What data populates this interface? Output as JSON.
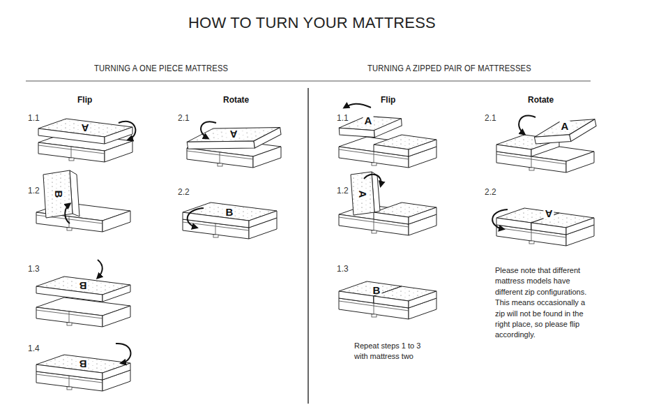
{
  "diagram": {
    "title": "HOW TO TURN YOUR MATTRESS",
    "labels": [
      "TURNING A ONE PIECE MATTRESS",
      "TURNING A ZIPPED PAIR OF MATTRESSES",
      "Flip",
      "Rotate",
      "Flip",
      "Rotate",
      "1.1",
      "A",
      "1.2",
      "B",
      "1.3",
      "B",
      "1.4",
      "B",
      "2.1",
      "A",
      "2.2",
      "B",
      "1.1",
      "A",
      "1.2",
      "A",
      "1.3",
      "B",
      "Repeat steps 1 to 3 with mattress two",
      "2.1",
      "A",
      "2.2",
      "A",
      "Please note that different mattress models have different zip configurations. This means occasionally a zip will not be found in the right place, so please flip accordingly."
    ]
  }
}
